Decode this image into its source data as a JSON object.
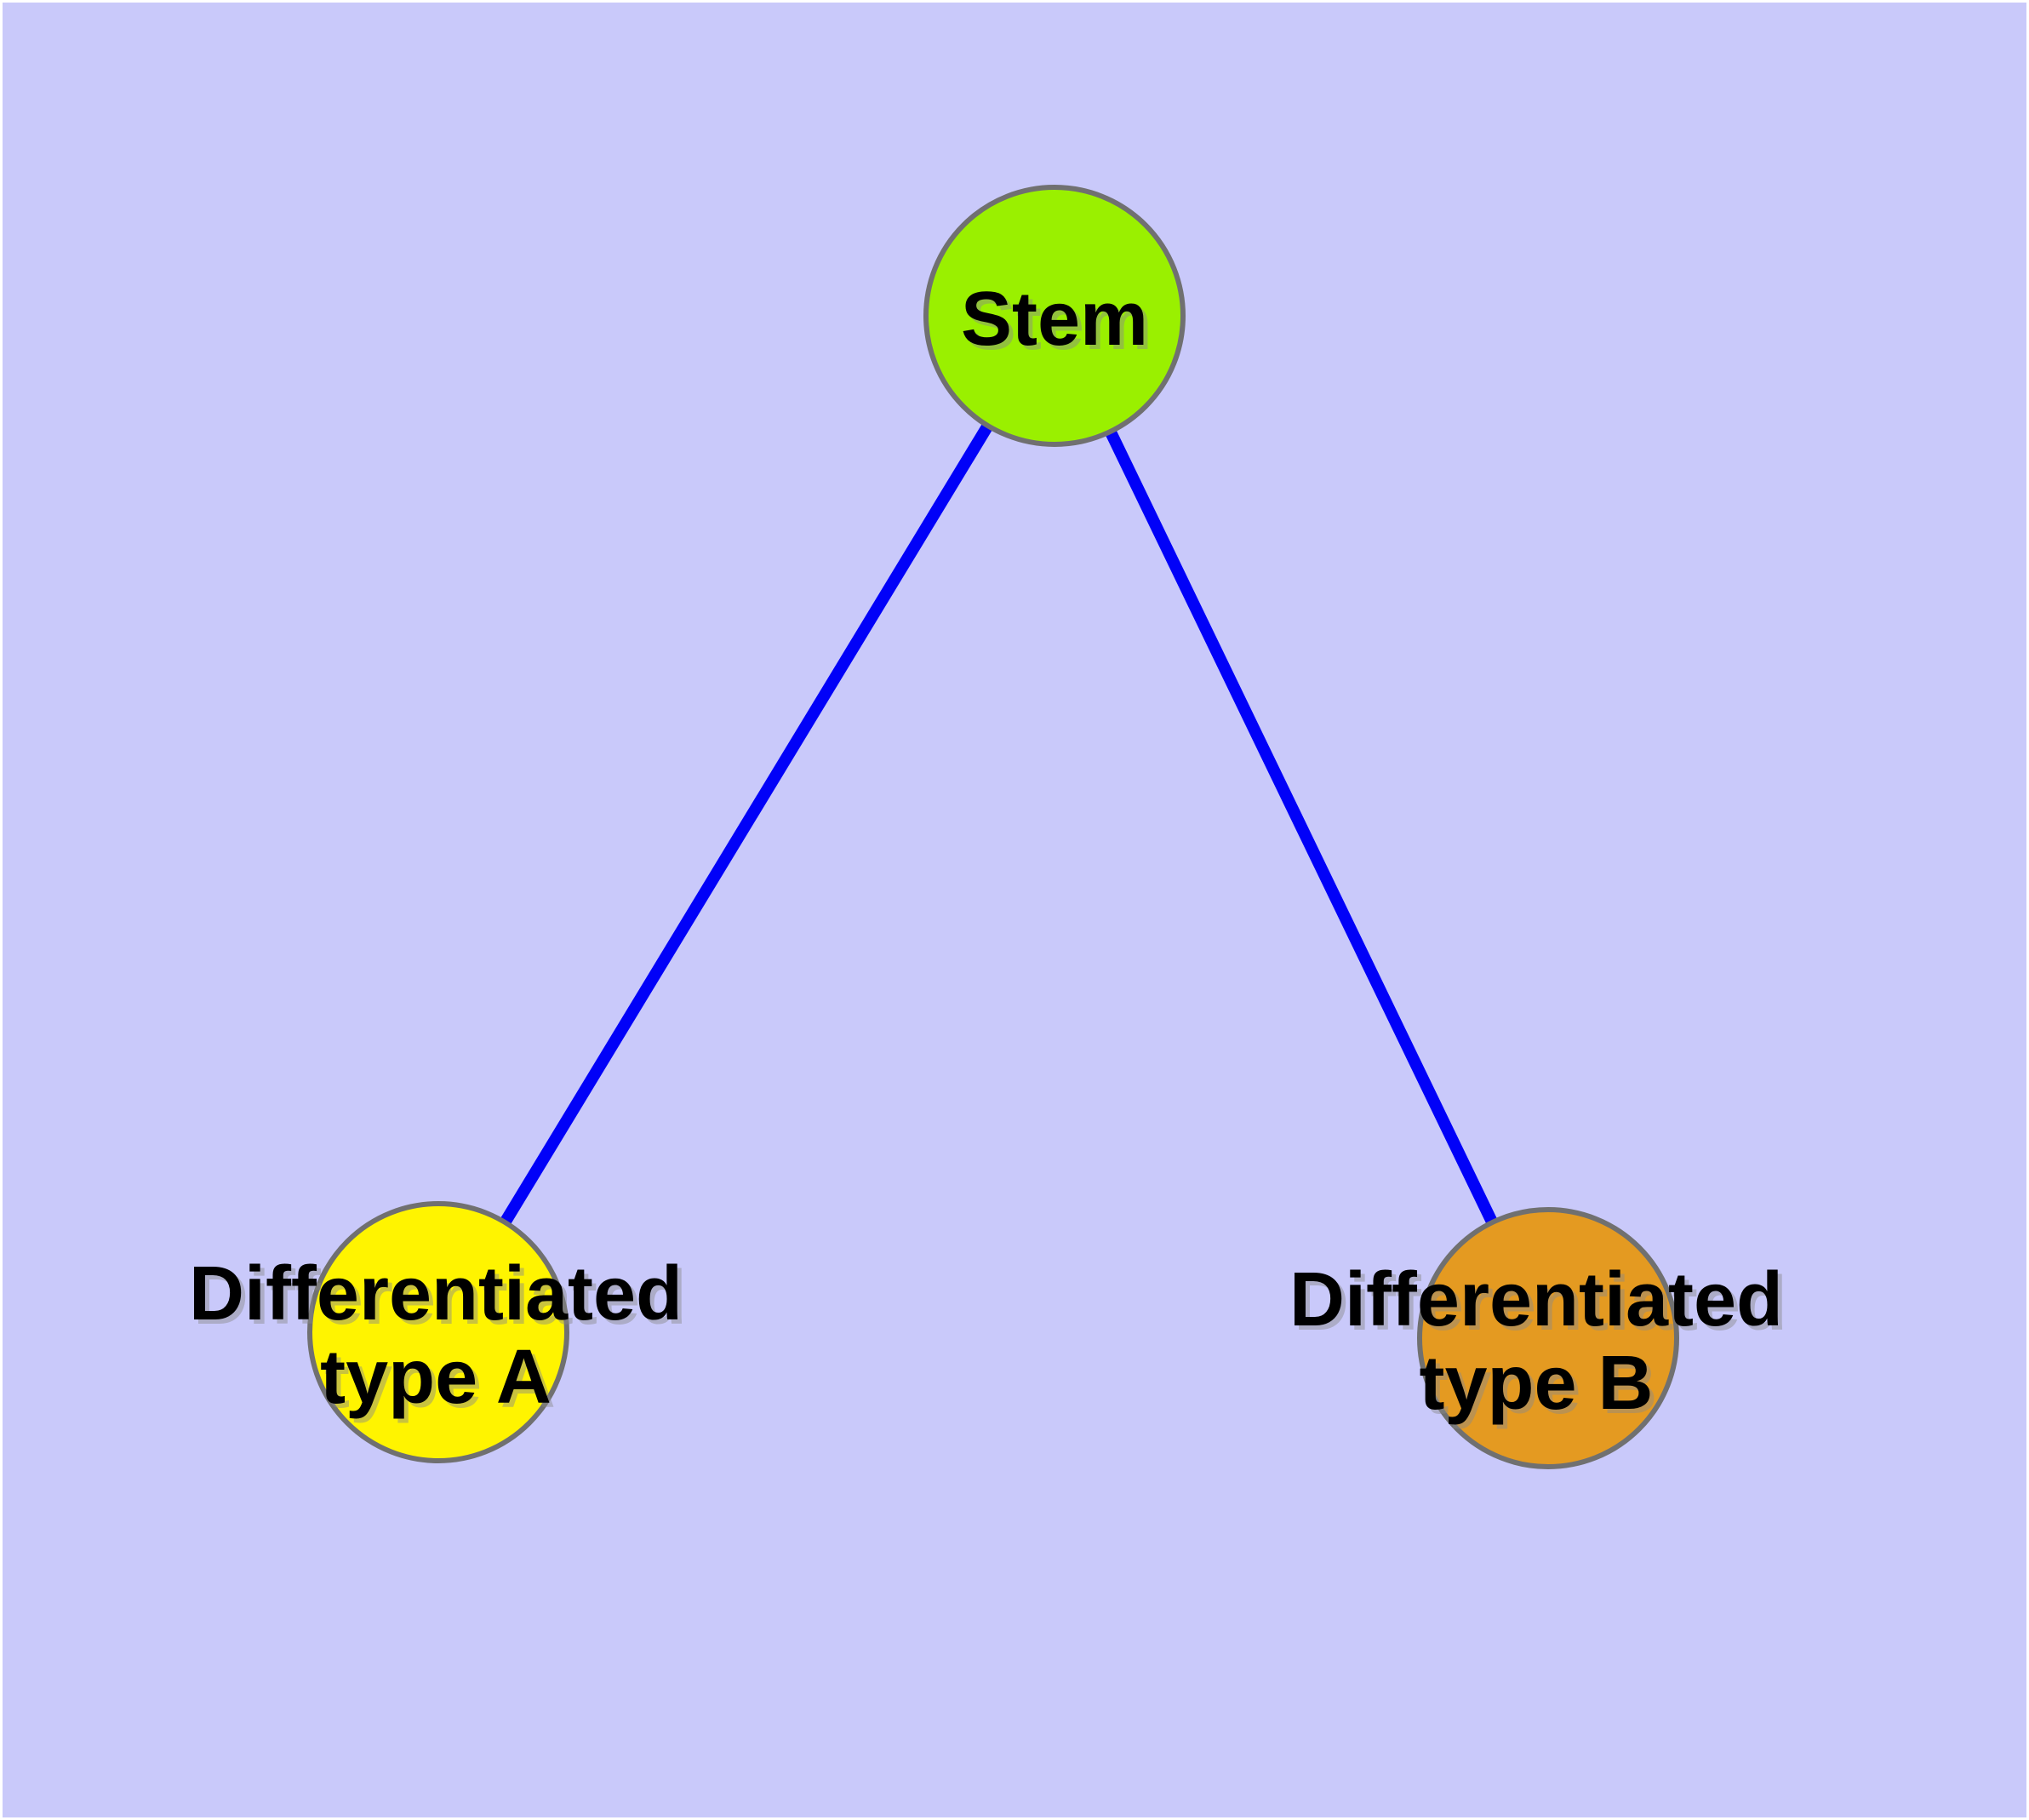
{
  "figure": {
    "type": "network-diagram",
    "description": "Cell differentiation graph: a Stem node connected to two differentiated cell-type nodes",
    "background": "#C9C9FA",
    "frame": "#FFFFFF"
  },
  "colors": {
    "edge": "#0101F8",
    "node_border": "#707070",
    "label": "#000000",
    "label_shadow": "#8A8A8A"
  },
  "nodes": [
    {
      "id": "stem",
      "label": "Stem",
      "fill": "#9AF000"
    },
    {
      "id": "diff-a",
      "label_line1": "Differentiated",
      "label_line2": "type A",
      "fill": "#FFF400"
    },
    {
      "id": "diff-b",
      "label_line1": "Differentiated",
      "label_line2": "type B",
      "fill": "#E49A21"
    }
  ],
  "edges": [
    {
      "from": "stem",
      "to": "diff-a"
    },
    {
      "from": "stem",
      "to": "diff-b"
    }
  ]
}
